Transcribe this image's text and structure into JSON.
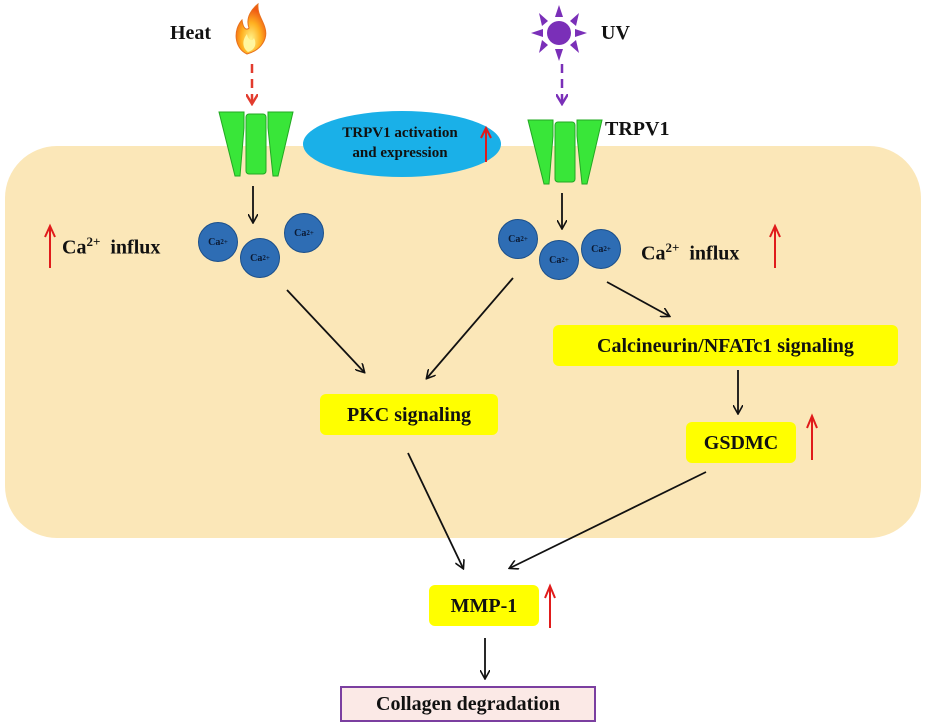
{
  "stimuli": {
    "heat_label": "Heat",
    "uv_label": "UV"
  },
  "receptor": {
    "right_label": "TRPV1"
  },
  "ellipse": {
    "line1": "TRPV1 activation",
    "line2": "and expression"
  },
  "calcium": {
    "ion_base": "Ca",
    "ion_charge": "2+",
    "influx_base": "Ca",
    "influx_charge": "2+",
    "influx_word": "influx"
  },
  "nodes": {
    "pkc": "PKC signaling",
    "calcineurin": "Calcineurin/NFATc1 signaling",
    "gsdmc": "GSDMC",
    "mmp1": "MMP-1",
    "collagen": "Collagen degradation"
  },
  "colors": {
    "cell": "#fbe7b8",
    "node_fill": "#ffff00",
    "ion": "#2e6db4",
    "ellipse": "#1ab0e8",
    "channel": "#39e639",
    "heat_arrow": "#e23b2e",
    "uv_arrow": "#7a2fb8",
    "up_arrow": "#e01b1b",
    "collagen_border": "#7b3fa0",
    "collagen_fill": "#fbe9e6"
  },
  "icons": {
    "heat": "flame-icon",
    "uv": "sun-icon",
    "increase": "up-arrow-icon"
  }
}
